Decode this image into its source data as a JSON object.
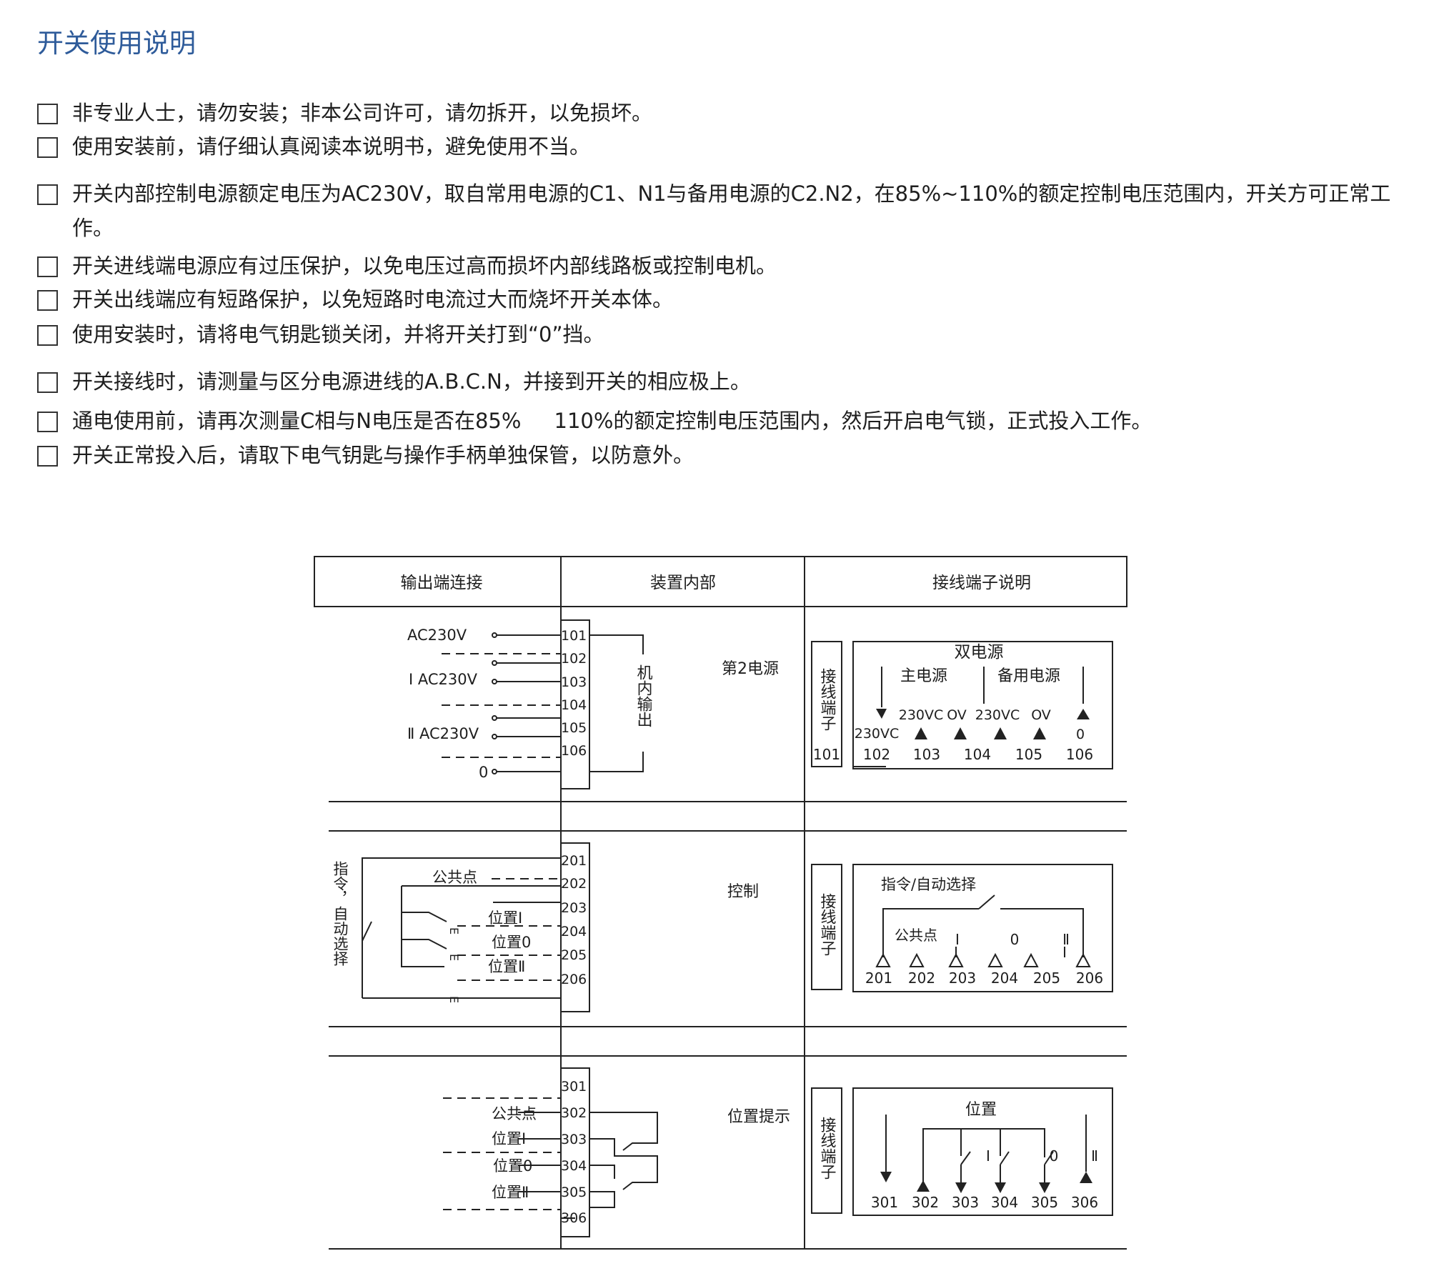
{
  "title": "开关使用说明",
  "notes": [
    "非专业人士，请勿安装；非本公司许可，请勿拆开，以免损坏。",
    "使用安装前，请仔细认真阅读本说明书，避免使用不当。",
    "开关内部控制电源额定电压为AC230V，取自常用电源的C1、N1与备用电源的C2.N2，在85%~110%的额定控制电压范围内，开关方可正常工作。",
    "开关进线端电源应有过压保护，以免电压过高而损坏内部线路板或控制电机。",
    "开关出线端应有短路保护，以免短路时电流过大而烧坏开关本体。",
    "使用安装时，请将电气钥匙锁关闭，并将开关打到“0”挡。",
    "开关接线时，请测量与区分电源进线的A.B.C.N，并接到开关的相应极上。",
    "通电使用前，请再次测量C相与N电压是否在85%     110%的额定控制电压范围内，然后开启电气锁，正式投入工作。",
    "开关正常投入后，请取下电气钥匙与操作手柄单独保管，以防意外。"
  ],
  "table": {
    "headers": [
      "输出端连接",
      "装置内部",
      "接线端子说明"
    ],
    "section1": {
      "output_labels": [
        "AC230V",
        "Ⅰ AC230V",
        "Ⅱ AC230V",
        "0"
      ],
      "terminals": [
        "101",
        "102",
        "103",
        "104",
        "105",
        "106"
      ],
      "inner_label": "机内输出",
      "function": "第2电源",
      "side_label": "接线端子",
      "box_title": "双电源",
      "main_source": "主电源",
      "backup_source": "备用电源",
      "voltages": [
        "230VC",
        "230VC",
        "OV",
        "230VC",
        "OV",
        "0"
      ],
      "numbers": [
        "101",
        "102",
        "103",
        "104",
        "105",
        "106"
      ]
    },
    "section2": {
      "vertical_label": "指令，自动选择",
      "common": "公共点",
      "positions": [
        "位置Ⅰ",
        "位置0",
        "位置Ⅱ"
      ],
      "e_mark": "E",
      "terminals": [
        "201",
        "202",
        "203",
        "204",
        "205",
        "206"
      ],
      "function": "控制",
      "side_label": "接线端子",
      "box_title": "指令/自动选择",
      "box_common": "公共点",
      "box_positions": [
        "Ⅰ",
        "0",
        "Ⅱ"
      ],
      "numbers": [
        "201",
        "202",
        "203",
        "204",
        "205",
        "206"
      ]
    },
    "section3": {
      "common": "公共点",
      "positions": [
        "位置Ⅰ",
        "位置0",
        "位置Ⅱ"
      ],
      "terminals": [
        "301",
        "302",
        "303",
        "304",
        "305",
        "306"
      ],
      "function": "位置提示",
      "side_label": "接线端子",
      "box_title": "位置",
      "box_marks": [
        "Ⅰ",
        "0",
        "Ⅱ"
      ],
      "numbers": [
        "301",
        "302",
        "303",
        "304",
        "305",
        "306"
      ]
    }
  }
}
